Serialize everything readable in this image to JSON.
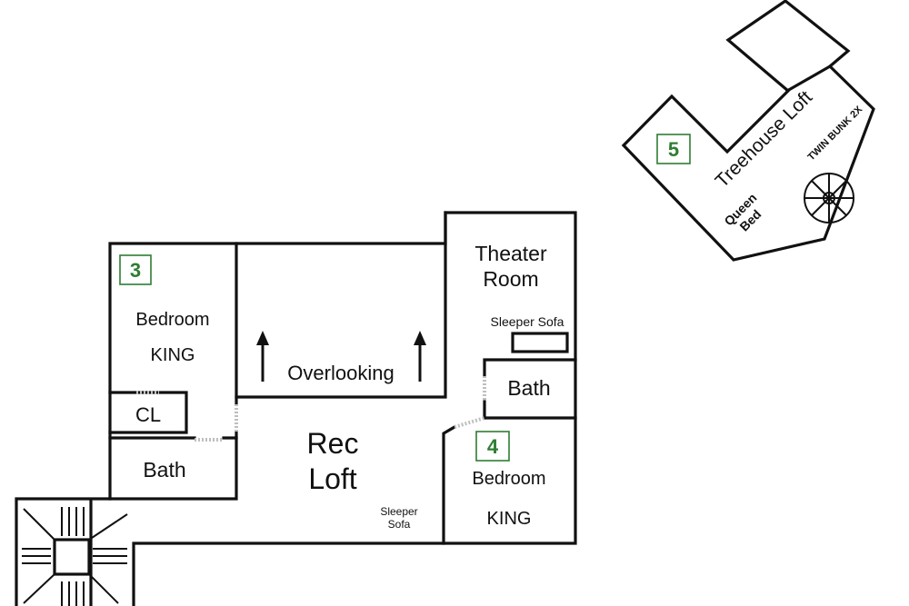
{
  "rooms": {
    "bedroom3": {
      "number": "3",
      "name": "Bedroom",
      "bed": "KING"
    },
    "closet": {
      "name": "CL"
    },
    "bath3": {
      "name": "Bath"
    },
    "overlook": {
      "name": "Overlooking"
    },
    "rec_loft": {
      "line1": "Rec",
      "line2": "Loft",
      "sofa_line1": "Sleeper",
      "sofa_line2": "Sofa"
    },
    "theater": {
      "line1": "Theater",
      "line2": "Room",
      "sofa": "Sleeper Sofa"
    },
    "bath4": {
      "name": "Bath"
    },
    "bedroom4": {
      "number": "4",
      "name": "Bedroom",
      "bed": "KING"
    },
    "treehouse": {
      "number": "5",
      "name": "Treehouse Loft",
      "bed_line1": "Queen",
      "bed_line2": "Bed",
      "bunk": "TWIN BUNK 2X"
    }
  },
  "colors": {
    "walls": "#111111",
    "room_number": "#2e7d32",
    "doors": "#bfbfbf"
  }
}
